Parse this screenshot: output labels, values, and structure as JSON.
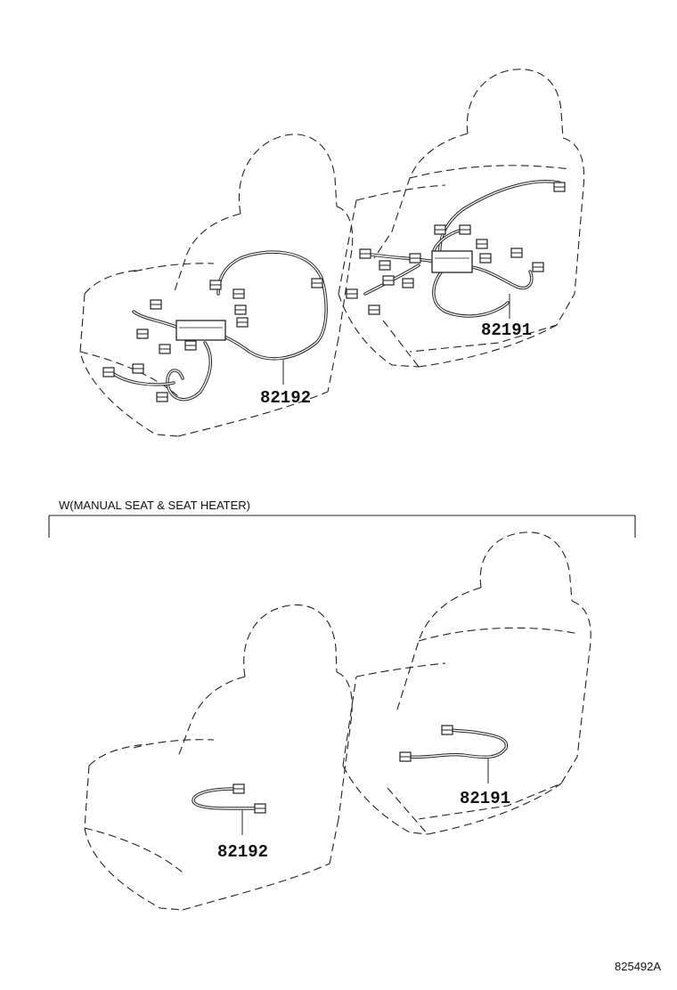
{
  "section_title": "W(MANUAL SEAT & SEAT HEATER)",
  "diagram_code": "825492A",
  "callouts": {
    "top_left": "82192",
    "top_right": "82191",
    "bottom_left": "82192",
    "bottom_right": "82191"
  }
}
